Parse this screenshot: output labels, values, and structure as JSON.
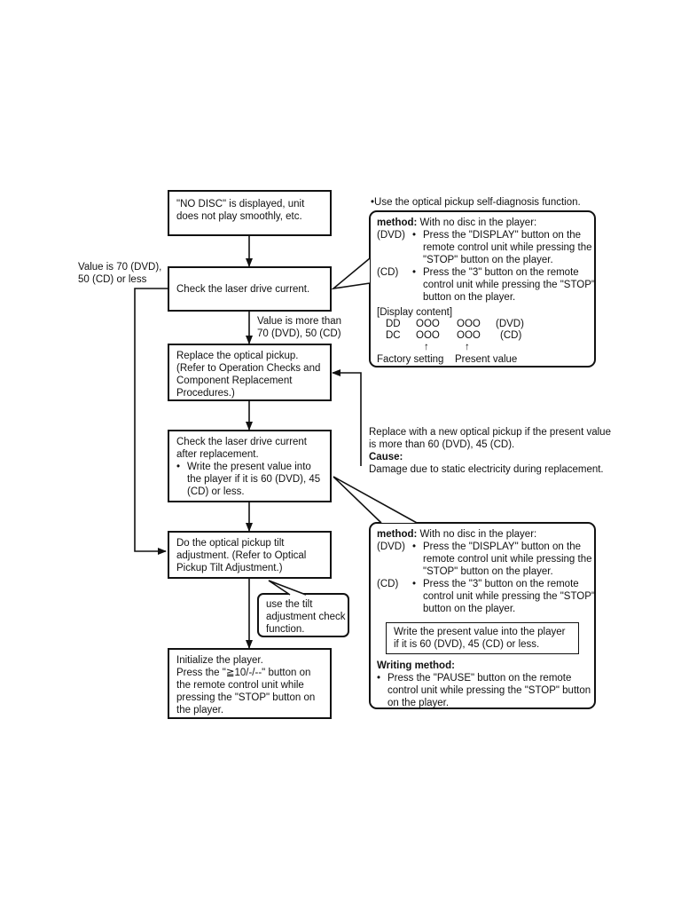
{
  "boxes": {
    "no_disc": [
      "\"NO DISC\" is displayed, unit",
      "does not play smoothly, etc."
    ],
    "check_current": "Check the laser drive current.",
    "replace_pickup": [
      "Replace the optical pickup.",
      "(Refer to Operation Checks and",
      "Component Replacement",
      "Procedures.)"
    ],
    "check_after": [
      "Check the laser drive current",
      "after replacement."
    ],
    "check_after_bullet": [
      "Write the present value into",
      "the player if it is 60 (DVD), 45",
      "(CD) or less."
    ],
    "tilt": [
      "Do the optical pickup tilt",
      "adjustment. (Refer to Optical",
      "Pickup Tilt Adjustment.)"
    ],
    "initialize": [
      "Initialize the player.",
      "Press the \"≧10/-/--\" button on",
      "the remote control unit while",
      "pressing the \"STOP\" button on",
      "the player."
    ]
  },
  "labels": {
    "left_branch": [
      "Value is 70 (DVD),",
      "50 (CD) or less"
    ],
    "more_than": [
      "Value is more than",
      "70 (DVD), 50 (CD)"
    ],
    "self_diag": "•Use the optical pickup self-diagnosis function.",
    "replace_note": [
      "Replace with a new optical pickup if the present value",
      "is more than 60 (DVD), 45 (CD)."
    ],
    "cause_title": "Cause:",
    "cause_text": "Damage due to static electricity during replacement."
  },
  "callout_top": {
    "method_bold": "method:",
    "method_rest": " With no disc in the player:",
    "dvd_tag": "(DVD)",
    "dvd_lines": [
      "Press the \"DISPLAY\" button on the",
      "remote control unit while pressing the",
      "\"STOP\" button on the player."
    ],
    "cd_tag": "(CD)",
    "cd_lines": [
      "Press the \"3\" button on the remote",
      "control unit while pressing the \"STOP\"",
      "button on the player."
    ],
    "display_content": "[Display content]",
    "display_rows": [
      {
        "code": "DD",
        "a": "OOO",
        "b": "OOO",
        "mode": "(DVD)"
      },
      {
        "code": "DC",
        "a": "OOO",
        "b": "OOO",
        "mode": "(CD)"
      }
    ],
    "factory_setting": "Factory setting",
    "present_value": "Present value"
  },
  "callout_bottom": {
    "method_bold": "method:",
    "method_rest": " With no disc in the player:",
    "dvd_tag": "(DVD)",
    "dvd_lines": [
      "Press the \"DISPLAY\" button on the",
      "remote control unit while pressing the",
      "\"STOP\" button on the player."
    ],
    "cd_tag": "(CD)",
    "cd_lines": [
      "Press the \"3\" button on the remote",
      "control unit while pressing the \"STOP\"",
      "button on the player."
    ],
    "write_box": [
      "Write the present value into the player",
      "if it is 60 (DVD), 45 (CD) or less."
    ],
    "writing_method": "Writing method:",
    "writing_lines": [
      "Press the \"PAUSE\" button on the remote",
      "control unit while pressing the \"STOP\" button",
      "on the player."
    ]
  },
  "tilt_callout": [
    "use the tilt",
    "adjustment check",
    "function."
  ]
}
